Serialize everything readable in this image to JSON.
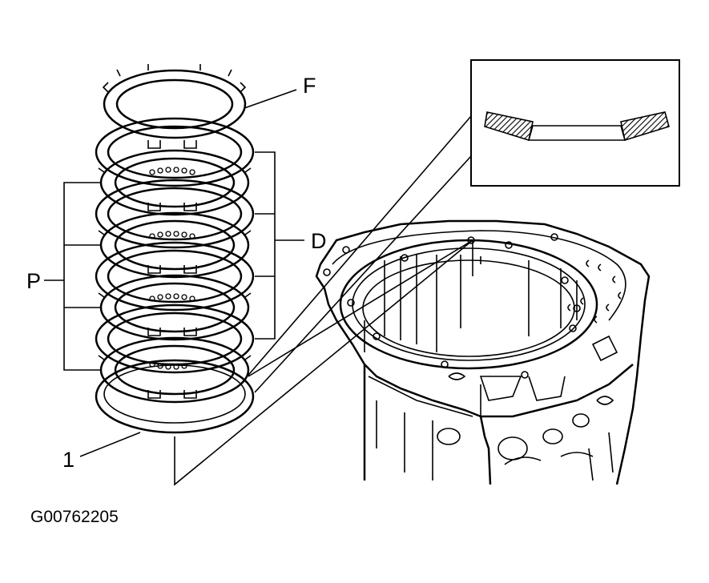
{
  "labels": {
    "f": "F",
    "d": "D",
    "p": "P",
    "one": "1"
  },
  "figure_code": "G00762205"
}
